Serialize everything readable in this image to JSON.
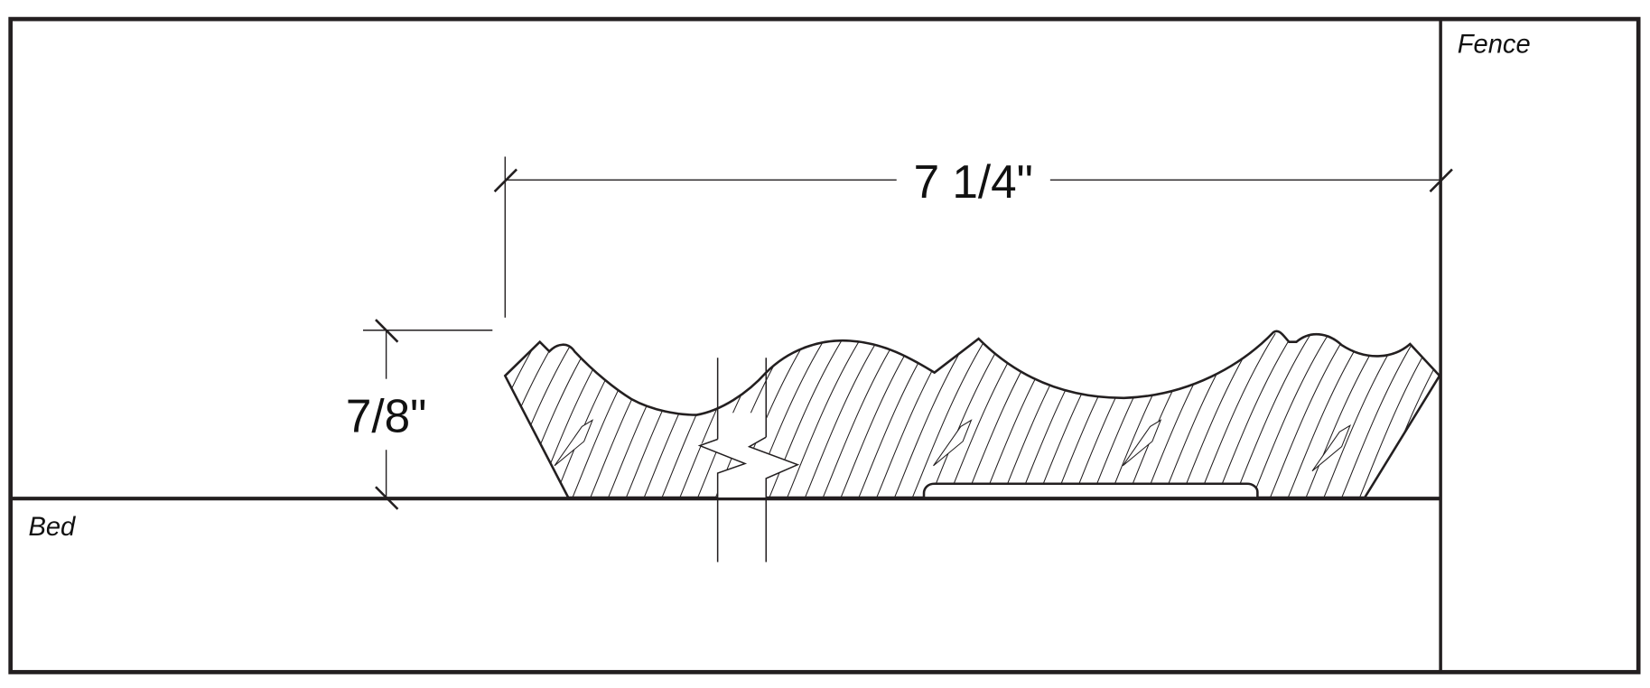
{
  "labels": {
    "fence": "Fence",
    "bed": "Bed"
  },
  "dimensions": {
    "width": "7 1/4\"",
    "thickness": "7/8\""
  },
  "colors": {
    "ink": "#231f20",
    "background": "#ffffff"
  }
}
